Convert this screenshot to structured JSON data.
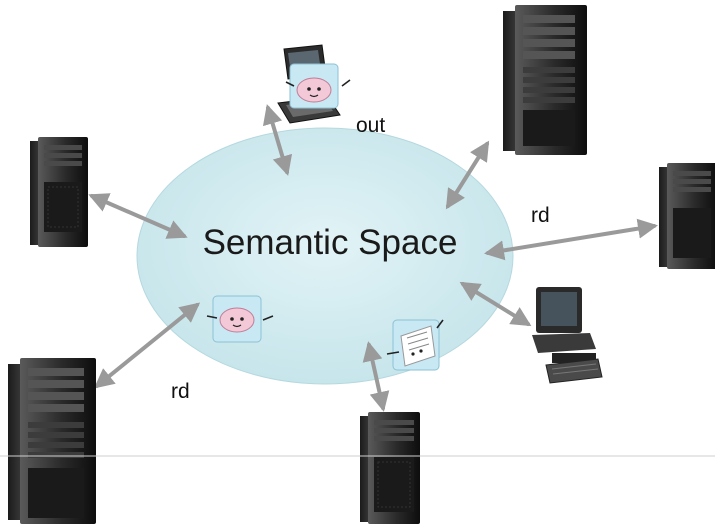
{
  "diagram": {
    "center_label": "Semantic Space",
    "space_color": "#cfe9ee",
    "arrow_color": "#9a9a9a",
    "labels": {
      "out": "out",
      "rd_right": "rd",
      "rd_left": "rd"
    },
    "nodes": [
      {
        "id": "tower-left",
        "icon": "server-tower-icon"
      },
      {
        "id": "tower-top-right",
        "icon": "server-tower-icon"
      },
      {
        "id": "tower-right",
        "icon": "server-tower-icon"
      },
      {
        "id": "tower-bottom-left",
        "icon": "server-tower-icon"
      },
      {
        "id": "tower-bottom-center",
        "icon": "server-tower-icon"
      },
      {
        "id": "laptop-top",
        "icon": "laptop-icon"
      },
      {
        "id": "desktop-right",
        "icon": "desktop-computer-icon"
      }
    ],
    "tokens": [
      {
        "id": "token-top",
        "icon": "data-tuple-character-icon"
      },
      {
        "id": "token-lower-left",
        "icon": "data-tuple-character-icon"
      },
      {
        "id": "token-lower-right",
        "icon": "document-character-icon"
      }
    ]
  }
}
